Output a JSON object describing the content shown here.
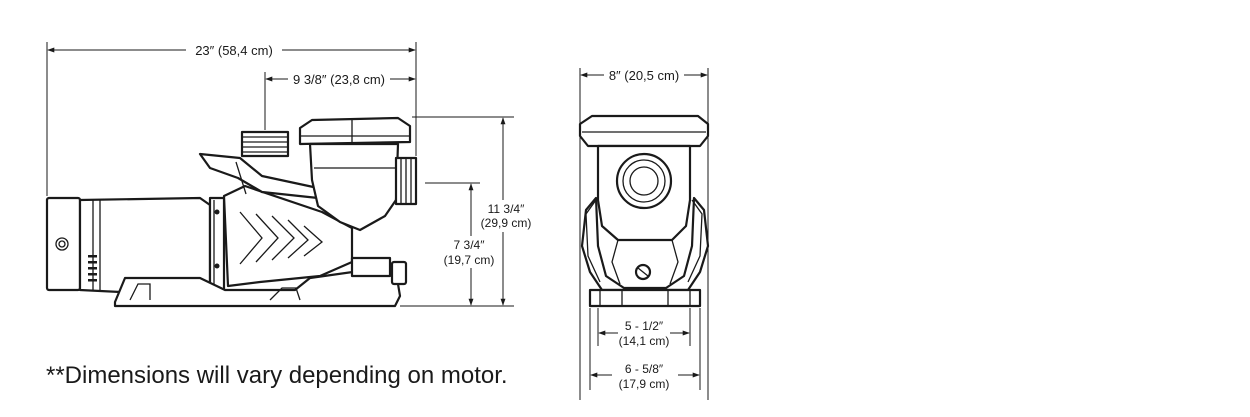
{
  "dimensions": {
    "side_overall_length": "23″ (58,4 cm)",
    "side_inlet_offset": "9 3/8″ (23,8 cm)",
    "side_total_height_imperial": "11 3/4″",
    "side_total_height_metric": "(29,9 cm)",
    "side_port_height_imperial": "7 3/4″",
    "side_port_height_metric": "(19,7 cm)",
    "front_width": "8″ (20,5 cm)",
    "front_foot_inner_imperial": "5 - 1/2″",
    "front_foot_inner_metric": "(14,1 cm)",
    "front_foot_outer_imperial": "6 - 5/8″",
    "front_foot_outer_metric": "(17,9 cm)"
  },
  "note": "**Dimensions will vary depending on motor."
}
